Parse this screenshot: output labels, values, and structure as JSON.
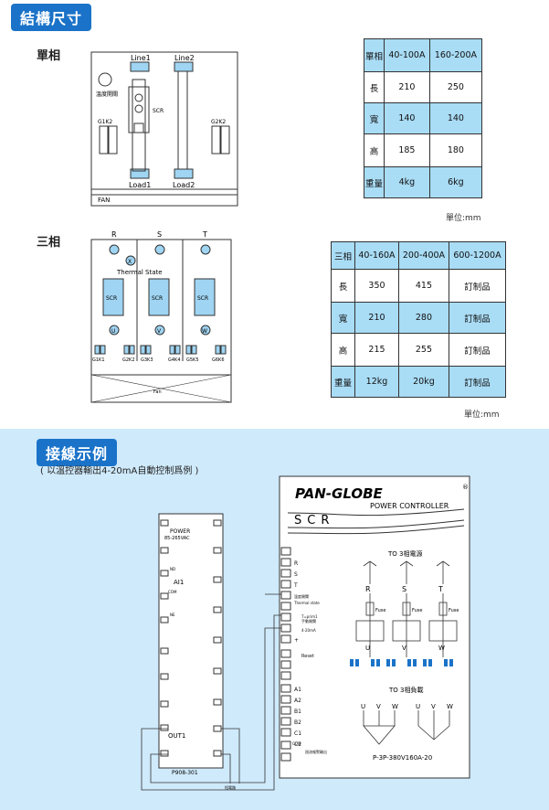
{
  "section1": {
    "title": "結構尺寸",
    "single_phase_label": "單相",
    "three_phase_label": "三相",
    "unit": "單位:mm"
  },
  "single_phase_diagram": {
    "line1": "Line1",
    "line2": "Line2",
    "load1": "Load1",
    "load2": "Load2",
    "scr": "SCR",
    "temp_switch": "溫度開關",
    "g1k2": "G1K2",
    "g2k2": "G2K2",
    "fan": "FAN"
  },
  "three_phase_diagram": {
    "phases": [
      "R",
      "S",
      "T"
    ],
    "thermal": "Thermal State",
    "scr": "SCR",
    "u": "U",
    "v": "V",
    "w": "W",
    "x": "X",
    "terminals": [
      "G1K1",
      "G2K2",
      "G3K3",
      "G4K4",
      "G5K5",
      "G6K6"
    ],
    "fan": "Fan"
  },
  "single_table": {
    "rows": [
      [
        "單相",
        "40-100A",
        "160-200A"
      ],
      [
        "長",
        "210",
        "250"
      ],
      [
        "寬",
        "140",
        "140"
      ],
      [
        "高",
        "185",
        "180"
      ],
      [
        "重量",
        "4kg",
        "6kg"
      ]
    ]
  },
  "three_table": {
    "rows": [
      [
        "三相",
        "40-160A",
        "200-400A",
        "600-1200A"
      ],
      [
        "長",
        "350",
        "415",
        "訂制品"
      ],
      [
        "寬",
        "210",
        "280",
        "訂制品"
      ],
      [
        "高",
        "215",
        "255",
        "訂制品"
      ],
      [
        "重量",
        "12kg",
        "20kg",
        "訂制品"
      ]
    ]
  },
  "section2": {
    "title": "接線示例",
    "subtitle": "( 以溫控器輸出4-20mA自動控制爲例 )"
  },
  "wiring": {
    "brand": "PAN-GLOBE",
    "scr": "SCR",
    "power_controller": "POWER CONTROLLER",
    "to_power": "TO 3相電源",
    "to_load": "TO 3相負載",
    "model": "P-3P-380V160A-20",
    "controller_model": "P908-301",
    "power": "POWER",
    "voltage": "85-265VAC",
    "ai1": "AI1",
    "nd": "ND",
    "com": "COM",
    "ne": "NE",
    "out1": "OUT1",
    "jumper": "短電路",
    "terminal_labels": [
      "",
      "R",
      "S",
      "T",
      "溫度開關",
      "",
      "T=prim1",
      "4-20mA",
      "+",
      "Reset",
      "",
      "A1",
      "A2",
      "B1",
      "B2",
      "C1",
      "C2",
      "COM",
      "過流報警輸出"
    ],
    "thermal_state": "Thermal state",
    "manual": "手動開關",
    "fuse": "Fuse",
    "phases": [
      "R",
      "S",
      "T"
    ],
    "uvw": [
      "U",
      "V",
      "W"
    ]
  }
}
